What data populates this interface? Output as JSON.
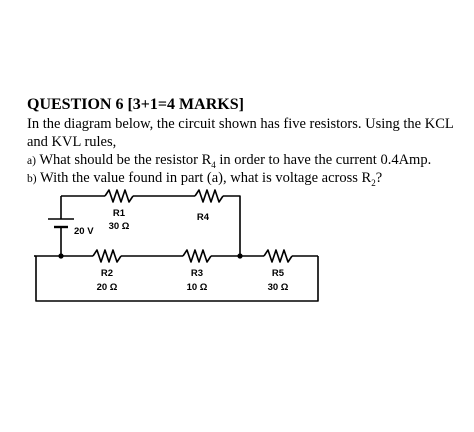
{
  "question": {
    "title": "QUESTION 6 [3+1=4 MARKS]",
    "intro": "In the diagram below, the circuit shown has five resistors. Using the KCL and KVL rules,",
    "part_a": {
      "label": "a)",
      "text_before": "What should be the resistor R",
      "subscript": "4",
      "text_after": " in order to have the current 0.4Amp."
    },
    "part_b": {
      "label": "b)",
      "text_before": "With the value found in part (a), what is voltage across R",
      "subscript": "2",
      "text_after": "?"
    }
  },
  "circuit": {
    "source": {
      "label": "20 V"
    },
    "r1": {
      "name": "R1",
      "value": "30 Ω"
    },
    "r4": {
      "name": "R4"
    },
    "r2": {
      "name": "R2",
      "value": "20 Ω"
    },
    "r3": {
      "name": "R3",
      "value": "10 Ω"
    },
    "r5": {
      "name": "R5",
      "value": "30 Ω"
    }
  }
}
